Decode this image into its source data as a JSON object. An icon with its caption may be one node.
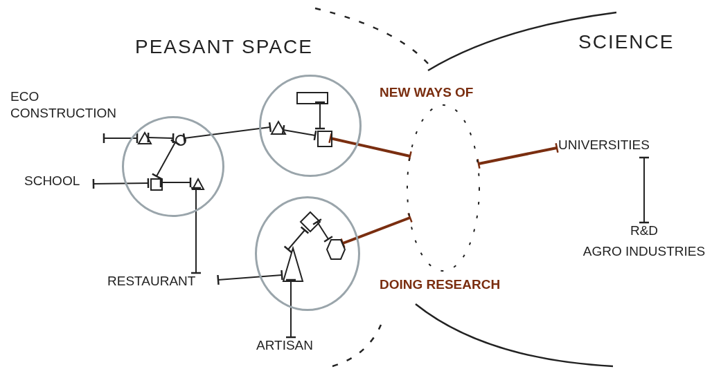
{
  "diagram": {
    "nodes": [
      {
        "text": [
          "ECO CONSTRUCTION"
        ]
      },
      {
        "text": [
          "SCHOOL"
        ]
      },
      {
        "text": [
          "RESTAURANT"
        ]
      },
      {
        "text": [
          "ARTISAN"
        ]
      },
      {
        "text": [],
        "shape": "circle"
      },
      {
        "text": [],
        "shape": "triangle",
        "in": 4
      },
      {
        "text": [],
        "shape": "circle",
        "in": 4
      },
      {
        "text": [],
        "shape": "box",
        "in": 4
      },
      {
        "text": [],
        "shape": "triangle",
        "in": 4
      },
      {
        "text": [],
        "shape": "circle"
      },
      {
        "text": [],
        "shape": "bar",
        "in": 9
      },
      {
        "text": [],
        "shape": "triangle",
        "in": 9
      },
      {
        "text": [],
        "shape": "box",
        "in": 9
      },
      {
        "text": [],
        "shape": "circle"
      },
      {
        "text": [],
        "shape": "diamond",
        "in": 13
      },
      {
        "text": [],
        "shape": "hexagon",
        "in": 13
      },
      {
        "text": [],
        "shape": "triangle",
        "in": 13
      },
      {
        "text": [
          "NEW WAYS OF",
          "DOING RESEARCH"
        ]
      },
      {
        "text": [
          "UNIVERSITIES"
        ]
      },
      {
        "text": [
          "R&D",
          "AGRO INDUSTRIES"
        ]
      }
    ],
    "edges": [
      {
        "from": 0,
        "to": 5,
        "arrow": "other"
      },
      {
        "from": 5,
        "to": 6,
        "arrow": "other"
      },
      {
        "from": 6,
        "to": 7,
        "arrow": "other"
      },
      {
        "from": 1,
        "to": 7,
        "arrow": "other"
      },
      {
        "from": 7,
        "to": 8,
        "arrow": "other"
      },
      {
        "from": 8,
        "to": 2,
        "arrow": "other"
      },
      {
        "from": 6,
        "to": 11,
        "arrow": "other"
      },
      {
        "from": 10,
        "to": 12,
        "arrow": "other"
      },
      {
        "from": 11,
        "to": 12,
        "arrow": "other"
      },
      {
        "from": 12,
        "to": 17,
        "arrow": "other",
        "color": "#7a2e10",
        "style": "thick"
      },
      {
        "from": 2,
        "to": 16,
        "arrow": "other"
      },
      {
        "from": 16,
        "to": 3,
        "arrow": "other"
      },
      {
        "from": 16,
        "to": 14,
        "arrow": "other"
      },
      {
        "from": 14,
        "to": 15,
        "arrow": "other"
      },
      {
        "from": 15,
        "to": 17,
        "arrow": "other",
        "color": "#7a2e10",
        "style": "thick"
      },
      {
        "from": 17,
        "to": 18,
        "arrow": "other",
        "color": "#7a2e10",
        "style": "thick"
      },
      {
        "from": 18,
        "to": 19,
        "arrow": "other"
      }
    ],
    "labels": [
      "PEASANT SPACE",
      "SCIENCE"
    ]
  }
}
